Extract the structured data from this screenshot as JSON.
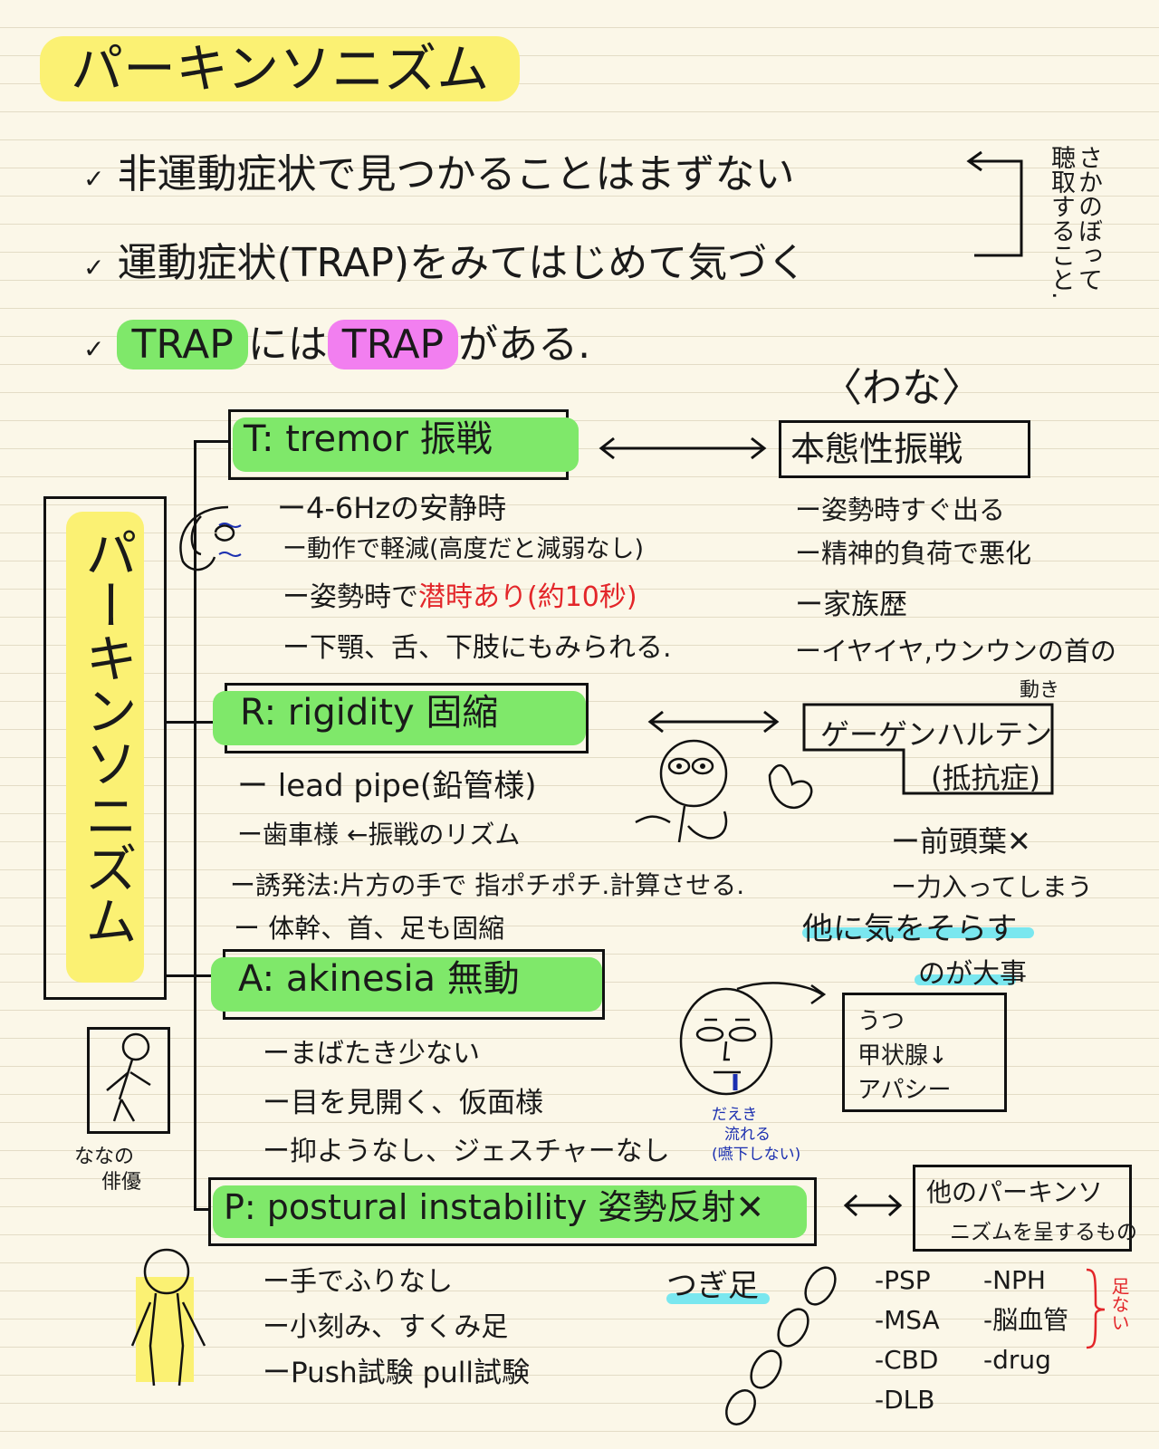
{
  "title": "パーキンソニズム",
  "intro": {
    "check": "✓",
    "lines": [
      "非運動症状で見つかることはまずない",
      "運動症状(TRAP)をみてはじめて気づく"
    ],
    "trap_line": {
      "word1": "TRAP",
      "connector": "には",
      "word2": "TRAP",
      "end": "がある."
    },
    "side_note": [
      "さかのぼって",
      "聴取すること."
    ]
  },
  "side_label": "パーキンソニズム",
  "wana_label": "〈わな〉",
  "sections": {
    "T": {
      "header": "T: tremor 振戦",
      "items": [
        "ー4-6Hzの安静時",
        "ー動作で軽減(高度だと減弱なし)",
        "ー姿勢時で",
        "ー下顎、舌、下肢にもみられる."
      ],
      "red_note": "潜時あり(約10秒)"
    },
    "R": {
      "header": "R: rigidity 固縮",
      "items": [
        "ー lead pipe(鉛管様)",
        "ー歯車様 ←振戦のリズム",
        "ー誘発法:片方の手で 指ポチポチ.計算させる.",
        "ー 体幹、首、足も固縮"
      ]
    },
    "A": {
      "header": "A: akinesia 無動",
      "items": [
        "ーまばたき少ない",
        "ー目を見開く、仮面様",
        "ー抑ようなし、ジェスチャーなし"
      ]
    },
    "P": {
      "header": "P: postural instability 姿勢反射",
      "mark": "✕",
      "items": [
        "ー手でふりなし",
        "ー小刻み、すくみ足",
        "ーPush試験 pull試験"
      ]
    }
  },
  "traps": {
    "essential_tremor": {
      "title": "本態性振戦",
      "items": [
        "ー姿勢時すぐ出る",
        "ー精神的負荷で悪化",
        "ー家族歴",
        "ーイヤイヤ,ウンウンの首の",
        "動き"
      ]
    },
    "gegenhalten": {
      "title_line1": "ゲーゲンハルテン",
      "title_line2": "(抵抗症)",
      "items": [
        "ー前頭葉✕",
        "ー力入ってしまう"
      ],
      "tip_line1": "他に気をそらす",
      "tip_line2": "のが大事"
    },
    "akinesia_box": {
      "lines": [
        "うつ",
        "甲状腺↓",
        "アパシー"
      ]
    },
    "drool_note": [
      "だえき",
      "流れる",
      "(嚥下しない)"
    ],
    "nana_note": [
      "ななの",
      "俳優"
    ],
    "other_box": {
      "line1": "他のパーキンソ",
      "line2": "ニズムを呈するもの"
    },
    "tsugiashi": "つぎ足",
    "diseases_col1": [
      "-PSP",
      "-MSA",
      "-CBD",
      "-DLB"
    ],
    "diseases_col2": [
      "-NPH",
      "-脳血管",
      "-drug"
    ],
    "side_red": "足ない"
  },
  "colors": {
    "yellow": "#fbf173",
    "green": "#7fe86a",
    "pink": "#f27ff0",
    "cyan": "#7ae7ef",
    "red": "#e3262a",
    "blue": "#1b2fb0"
  }
}
